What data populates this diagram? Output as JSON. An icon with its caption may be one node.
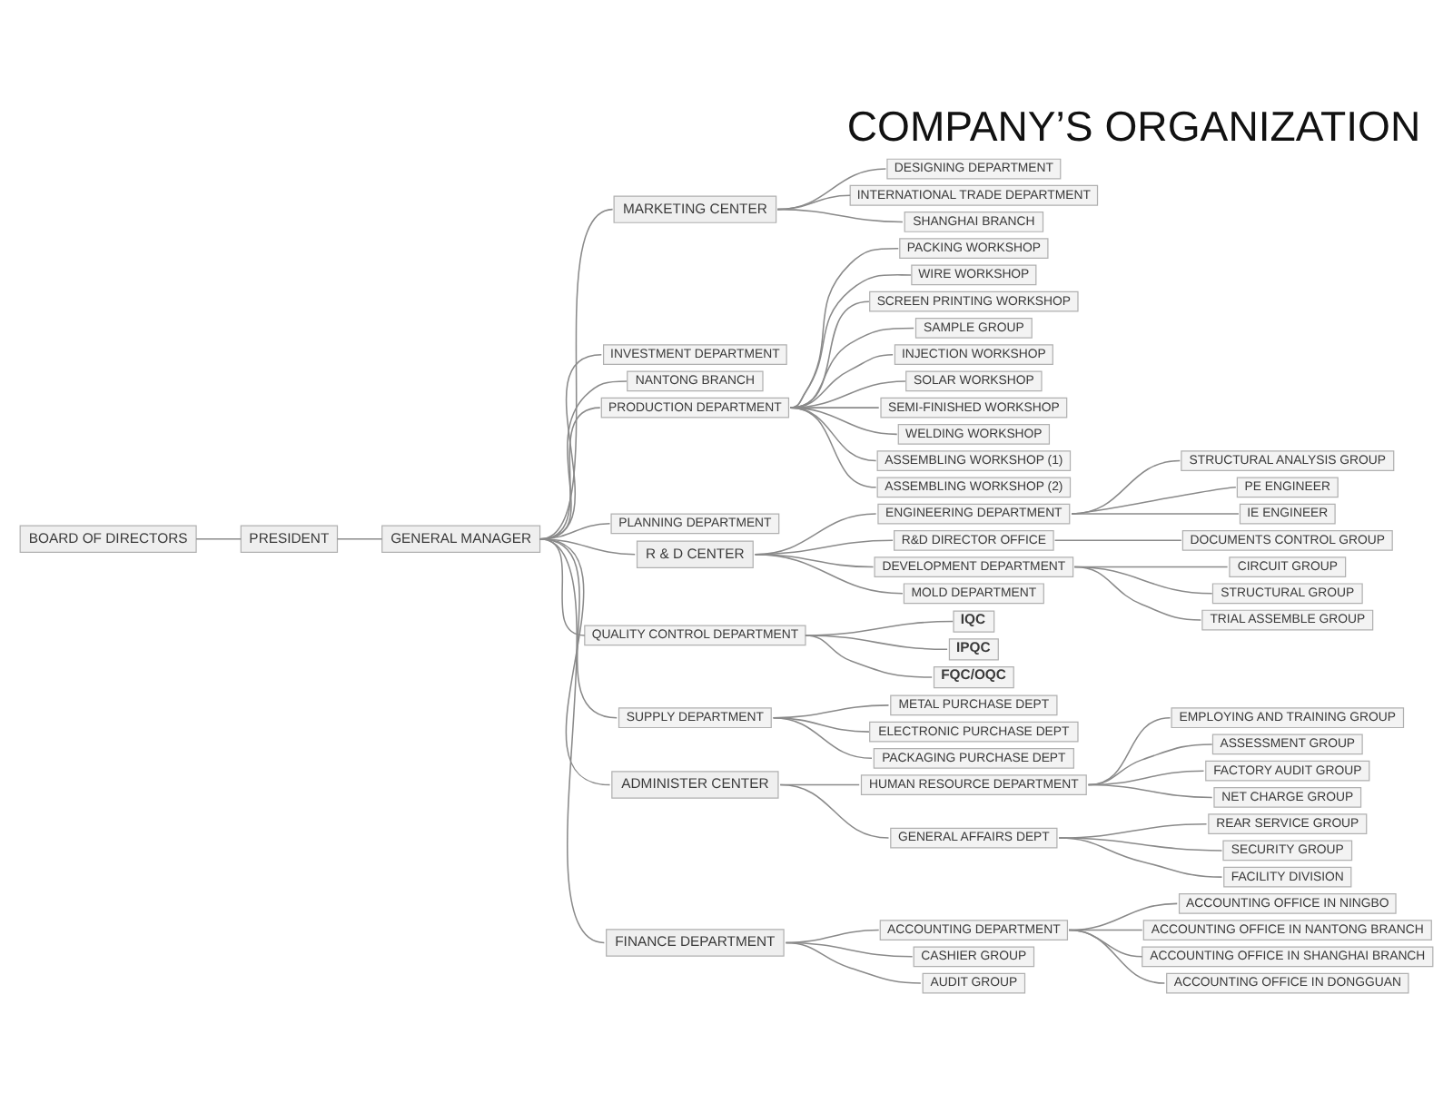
{
  "diagram": {
    "title": "COMPANY’S ORGANIZATION",
    "nodes": [
      {
        "text": [
          "BOARD OF DIRECTORS"
        ]
      },
      {
        "text": [
          "PRESIDENT"
        ]
      },
      {
        "text": [
          "GENERAL MANAGER"
        ]
      },
      {
        "text": [
          "MARKETING CENTER"
        ]
      },
      {
        "text": [
          "R & D CENTER"
        ]
      },
      {
        "text": [
          "ADMINISTER CENTER"
        ]
      },
      {
        "text": [
          "FINANCE DEPARTMENT"
        ]
      },
      {
        "text": [
          "DESIGNING DEPARTMENT"
        ]
      },
      {
        "text": [
          "INTERNATIONAL TRADE DEPARTMENT"
        ]
      },
      {
        "text": [
          "SHANGHAI BRANCH"
        ]
      },
      {
        "text": [
          "INVESTMENT DEPARTMENT"
        ]
      },
      {
        "text": [
          "NANTONG BRANCH"
        ]
      },
      {
        "text": [
          "PRODUCTION DEPARTMENT"
        ]
      },
      {
        "text": [
          "PLANNING DEPARTMENT"
        ]
      },
      {
        "text": [
          "ENGINEERING DEPARTMENT"
        ]
      },
      {
        "text": [
          "R&D DIRECTOR OFFICE"
        ]
      },
      {
        "text": [
          "DEVELOPMENT DEPARTMENT"
        ]
      },
      {
        "text": [
          "MOLD DEPARTMENT"
        ]
      },
      {
        "text": [
          "QUALITY CONTROL DEPARTMENT"
        ]
      },
      {
        "text": [
          "SUPPLY DEPARTMENT"
        ]
      },
      {
        "text": [
          "HUMAN RESOURCE DEPARTMENT"
        ]
      },
      {
        "text": [
          "GENERAL AFFAIRS DEPT"
        ]
      },
      {
        "text": [
          "ACCOUNTING DEPARTMENT"
        ]
      },
      {
        "text": [
          "CASHIER GROUP"
        ]
      },
      {
        "text": [
          "AUDIT GROUP"
        ]
      },
      {
        "text": [
          "PACKING WORKSHOP"
        ]
      },
      {
        "text": [
          "WIRE WORKSHOP"
        ]
      },
      {
        "text": [
          "SCREEN PRINTING WORKSHOP"
        ]
      },
      {
        "text": [
          "SAMPLE GROUP"
        ]
      },
      {
        "text": [
          "INJECTION WORKSHOP"
        ]
      },
      {
        "text": [
          "SOLAR WORKSHOP"
        ]
      },
      {
        "text": [
          "SEMI-FINISHED WORKSHOP"
        ]
      },
      {
        "text": [
          "WELDING WORKSHOP"
        ]
      },
      {
        "text": [
          "ASSEMBLING WORKSHOP (1)"
        ]
      },
      {
        "text": [
          "ASSEMBLING WORKSHOP (2)"
        ]
      },
      {
        "text": [
          "STRUCTURAL ANALYSIS GROUP"
        ]
      },
      {
        "text": [
          "PE ENGINEER"
        ]
      },
      {
        "text": [
          "IE ENGINEER"
        ]
      },
      {
        "text": [
          "DOCUMENTS CONTROL GROUP"
        ]
      },
      {
        "text": [
          "CIRCUIT GROUP"
        ]
      },
      {
        "text": [
          "STRUCTURAL GROUP"
        ]
      },
      {
        "text": [
          "TRIAL ASSEMBLE GROUP"
        ]
      },
      {
        "text": [
          "IQC"
        ]
      },
      {
        "text": [
          "IPQC"
        ]
      },
      {
        "text": [
          "FQC/OQC"
        ]
      },
      {
        "text": [
          "METAL PURCHASE DEPT"
        ]
      },
      {
        "text": [
          "ELECTRONIC PURCHASE DEPT"
        ]
      },
      {
        "text": [
          "PACKAGING PURCHASE DEPT"
        ]
      },
      {
        "text": [
          "EMPLOYING AND TRAINING GROUP"
        ]
      },
      {
        "text": [
          "ASSESSMENT GROUP"
        ]
      },
      {
        "text": [
          "FACTORY AUDIT GROUP"
        ]
      },
      {
        "text": [
          "NET CHARGE GROUP"
        ]
      },
      {
        "text": [
          "REAR SERVICE GROUP"
        ]
      },
      {
        "text": [
          "SECURITY GROUP"
        ]
      },
      {
        "text": [
          "FACILITY DIVISION"
        ]
      },
      {
        "text": [
          "ACCOUNTING OFFICE IN NINGBO"
        ]
      },
      {
        "text": [
          "ACCOUNTING OFFICE IN NANTONG BRANCH"
        ]
      },
      {
        "text": [
          "ACCOUNTING OFFICE IN SHANGHAI BRANCH"
        ]
      },
      {
        "text": [
          "ACCOUNTING OFFICE IN DONGGUAN"
        ]
      }
    ],
    "edges": [
      {
        "from": 0,
        "to": 1,
        "arrow": "none"
      },
      {
        "from": 1,
        "to": 2,
        "arrow": "none"
      },
      {
        "from": 2,
        "to": 3,
        "arrow": "none"
      },
      {
        "from": 2,
        "to": 10,
        "arrow": "none"
      },
      {
        "from": 2,
        "to": 11,
        "arrow": "none"
      },
      {
        "from": 2,
        "to": 12,
        "arrow": "none"
      },
      {
        "from": 2,
        "to": 13,
        "arrow": "none"
      },
      {
        "from": 2,
        "to": 4,
        "arrow": "none"
      },
      {
        "from": 2,
        "to": 18,
        "arrow": "none"
      },
      {
        "from": 2,
        "to": 19,
        "arrow": "none"
      },
      {
        "from": 2,
        "to": 5,
        "arrow": "none"
      },
      {
        "from": 2,
        "to": 6,
        "arrow": "none"
      },
      {
        "from": 3,
        "to": 7,
        "arrow": "none"
      },
      {
        "from": 3,
        "to": 8,
        "arrow": "none"
      },
      {
        "from": 3,
        "to": 9,
        "arrow": "none"
      },
      {
        "from": 12,
        "to": 25,
        "arrow": "none"
      },
      {
        "from": 12,
        "to": 26,
        "arrow": "none"
      },
      {
        "from": 12,
        "to": 27,
        "arrow": "none"
      },
      {
        "from": 12,
        "to": 28,
        "arrow": "none"
      },
      {
        "from": 12,
        "to": 29,
        "arrow": "none"
      },
      {
        "from": 12,
        "to": 30,
        "arrow": "none"
      },
      {
        "from": 12,
        "to": 31,
        "arrow": "none"
      },
      {
        "from": 12,
        "to": 32,
        "arrow": "none"
      },
      {
        "from": 12,
        "to": 33,
        "arrow": "none"
      },
      {
        "from": 12,
        "to": 34,
        "arrow": "none"
      },
      {
        "from": 4,
        "to": 14,
        "arrow": "none"
      },
      {
        "from": 4,
        "to": 15,
        "arrow": "none"
      },
      {
        "from": 4,
        "to": 16,
        "arrow": "none"
      },
      {
        "from": 4,
        "to": 17,
        "arrow": "none"
      },
      {
        "from": 14,
        "to": 35,
        "arrow": "none"
      },
      {
        "from": 14,
        "to": 36,
        "arrow": "none"
      },
      {
        "from": 14,
        "to": 37,
        "arrow": "none"
      },
      {
        "from": 15,
        "to": 38,
        "arrow": "none"
      },
      {
        "from": 16,
        "to": 39,
        "arrow": "none"
      },
      {
        "from": 16,
        "to": 40,
        "arrow": "none"
      },
      {
        "from": 16,
        "to": 41,
        "arrow": "none"
      },
      {
        "from": 18,
        "to": 42,
        "arrow": "none"
      },
      {
        "from": 18,
        "to": 43,
        "arrow": "none"
      },
      {
        "from": 18,
        "to": 44,
        "arrow": "none"
      },
      {
        "from": 19,
        "to": 45,
        "arrow": "none"
      },
      {
        "from": 19,
        "to": 46,
        "arrow": "none"
      },
      {
        "from": 19,
        "to": 47,
        "arrow": "none"
      },
      {
        "from": 5,
        "to": 20,
        "arrow": "none"
      },
      {
        "from": 5,
        "to": 21,
        "arrow": "none"
      },
      {
        "from": 20,
        "to": 48,
        "arrow": "none"
      },
      {
        "from": 20,
        "to": 49,
        "arrow": "none"
      },
      {
        "from": 20,
        "to": 50,
        "arrow": "none"
      },
      {
        "from": 20,
        "to": 51,
        "arrow": "none"
      },
      {
        "from": 21,
        "to": 52,
        "arrow": "none"
      },
      {
        "from": 21,
        "to": 53,
        "arrow": "none"
      },
      {
        "from": 21,
        "to": 54,
        "arrow": "none"
      },
      {
        "from": 6,
        "to": 22,
        "arrow": "none"
      },
      {
        "from": 6,
        "to": 23,
        "arrow": "none"
      },
      {
        "from": 6,
        "to": 24,
        "arrow": "none"
      },
      {
        "from": 22,
        "to": 55,
        "arrow": "none"
      },
      {
        "from": 22,
        "to": 56,
        "arrow": "none"
      },
      {
        "from": 22,
        "to": 57,
        "arrow": "none"
      },
      {
        "from": 22,
        "to": 58,
        "arrow": "none"
      }
    ]
  }
}
